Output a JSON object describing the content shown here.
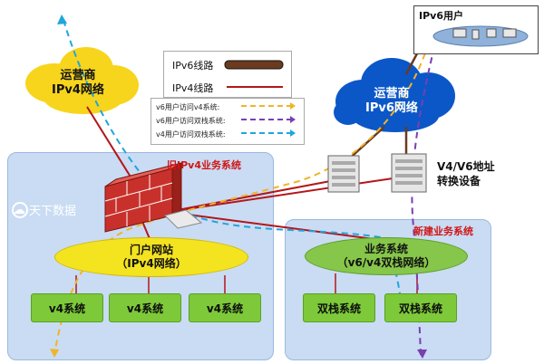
{
  "clouds": {
    "ipv4": {
      "line1": "运营商",
      "line2": "IPv4网络"
    },
    "ipv6": {
      "line1": "运营商",
      "line2": "IPv6网络"
    }
  },
  "ipv6_user": {
    "label": "IPv6用户"
  },
  "legend": {
    "lines": [
      {
        "label": "IPv6线路",
        "color": "#6b3a1f"
      },
      {
        "label": "IPv4线路",
        "color": "#b3161b"
      }
    ],
    "paths": [
      {
        "label": "v6用户访问v4系统:",
        "color": "#f0b429"
      },
      {
        "label": "v6用户访问双栈系统:",
        "color": "#7a3fb0"
      },
      {
        "label": "v4用户访问双栈系统:",
        "color": "#20a5de"
      }
    ]
  },
  "regions": {
    "old": {
      "label": "旧IPv4业务系统"
    },
    "new": {
      "label": "新建业务系统"
    }
  },
  "portal": {
    "line1": "门户网站",
    "line2": "（IPv4网络）"
  },
  "business": {
    "line1": "业务系统",
    "line2": "（v6/v4双栈网络）"
  },
  "v4_systems": [
    "v4系统",
    "v4系统",
    "v4系统"
  ],
  "dual_systems": [
    "双栈系统",
    "双栈系统"
  ],
  "converter": {
    "line1": "V4/V6地址",
    "line2": "转换设备"
  },
  "watermark": {
    "text": "天下数据"
  },
  "colors": {
    "region_bg": "#c9dcf3",
    "sys_green": "#7dc93a",
    "portal_yellow": "#f4e31f",
    "cloud_blue": "#0b57c8",
    "cloud_yellow": "#f7d51d",
    "firewall": "#c8312b"
  }
}
